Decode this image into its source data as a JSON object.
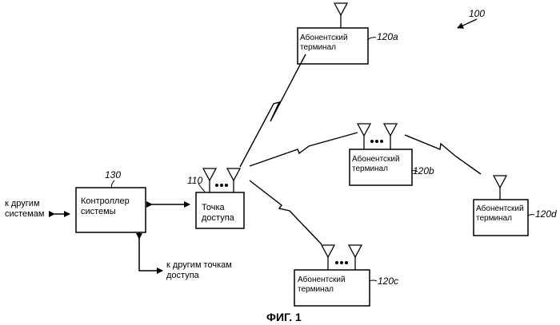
{
  "figure": {
    "ref_number": "100",
    "caption": "ФИГ. 1"
  },
  "controller": {
    "ref": "130",
    "label_line1": "Контроллер",
    "label_line2": "системы"
  },
  "access_point": {
    "ref": "110",
    "label_line1": "Точка",
    "label_line2": "доступа"
  },
  "external": {
    "other_systems_line1": "к другим",
    "other_systems_line2": "системам",
    "other_aps_line1": "к другим точкам",
    "other_aps_line2": "доступа"
  },
  "terminals": [
    {
      "ref": "120a",
      "line1": "Абонентский",
      "line2": "терминал"
    },
    {
      "ref": "120b",
      "line1": "Абонентский",
      "line2": "терминал"
    },
    {
      "ref": "120c",
      "line1": "Абонентский",
      "line2": "терминал"
    },
    {
      "ref": "120d",
      "line1": "Абонентский",
      "line2": "терминал"
    }
  ]
}
